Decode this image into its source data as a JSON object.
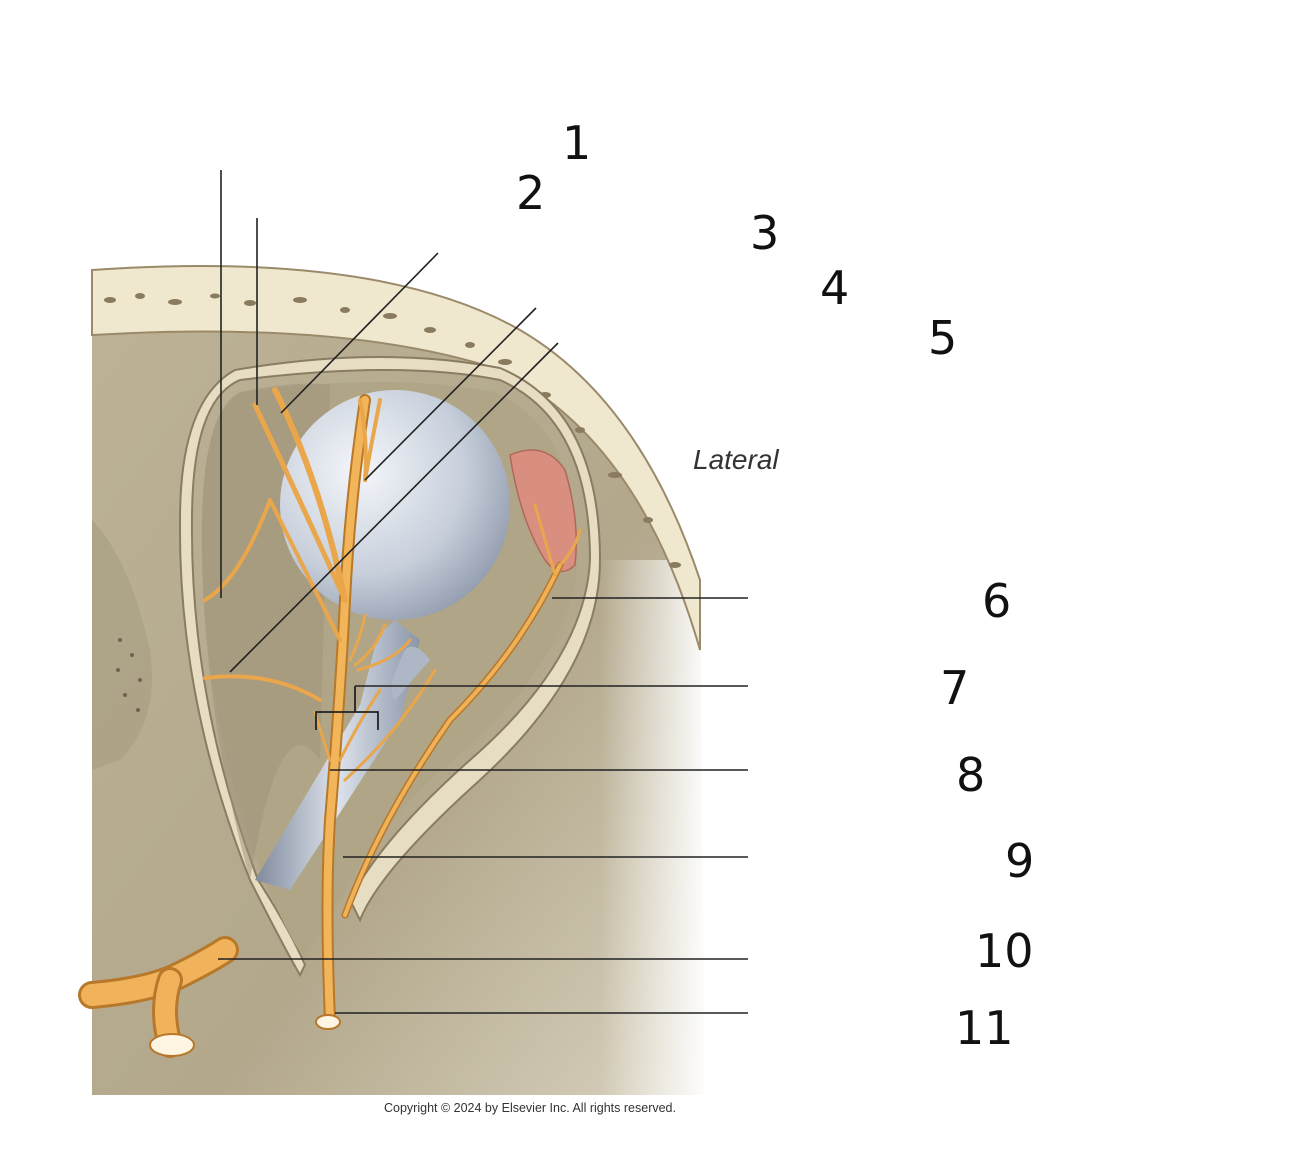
{
  "figure": {
    "orientation_label": "Lateral",
    "copyright": "Copyright © 2024 by Elsevier Inc. All rights reserved."
  },
  "labels": [
    "1",
    "2",
    "3",
    "4",
    "5",
    "6",
    "7",
    "8",
    "9",
    "10",
    "11"
  ],
  "colors": {
    "nerve": "#e9a64a",
    "nerve_dark": "#b97d2a",
    "bone": "#efe8cf",
    "dura": "#b9ab90",
    "orbit_bg": "#c8bea5",
    "eyeball": "#c9d1dc",
    "gland": "#d98f80"
  }
}
